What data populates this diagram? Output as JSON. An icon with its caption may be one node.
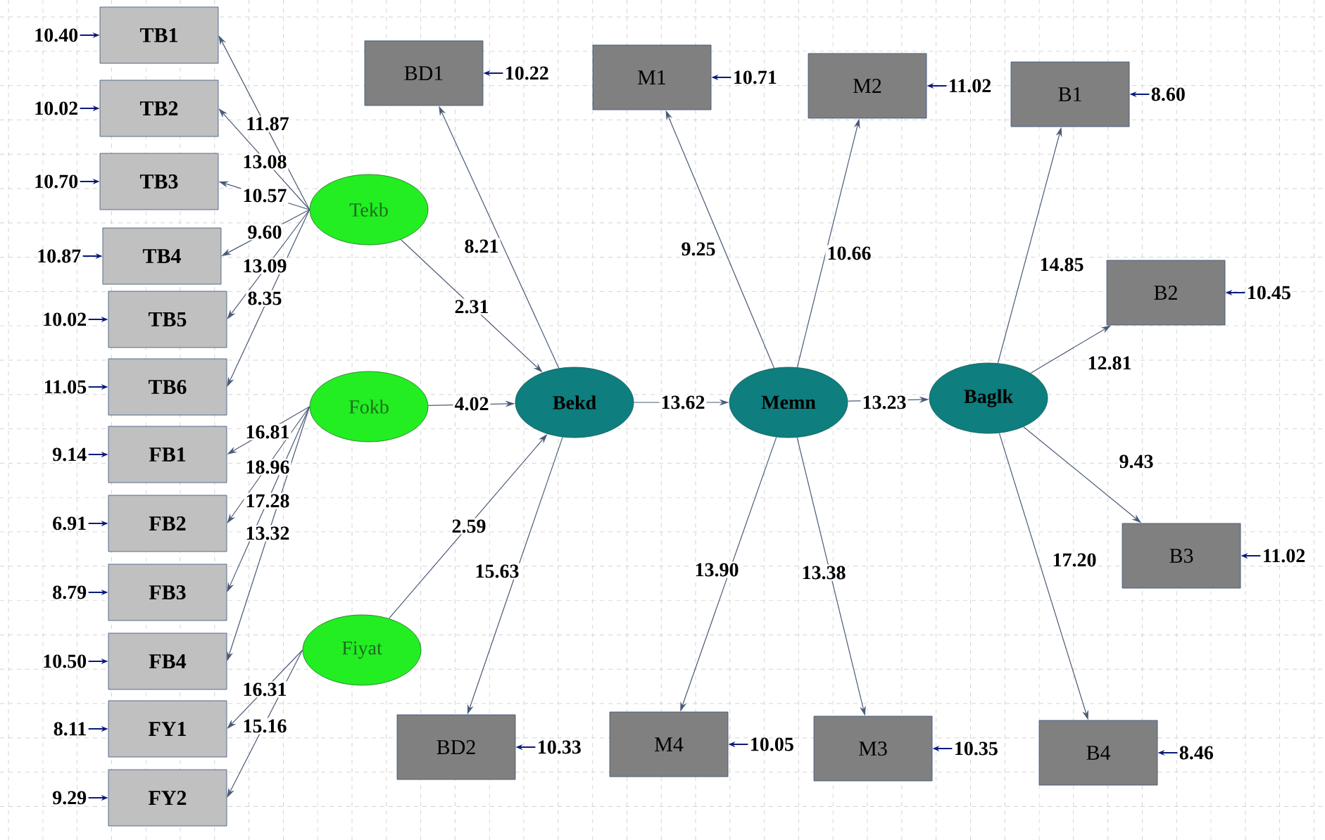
{
  "diagram": {
    "nodes": [
      {
        "text": [
          "TB1"
        ]
      },
      {
        "text": [
          "TB2"
        ]
      },
      {
        "text": [
          "TB3"
        ]
      },
      {
        "text": [
          "TB4"
        ]
      },
      {
        "text": [
          "TB5"
        ]
      },
      {
        "text": [
          "TB6"
        ]
      },
      {
        "text": [
          "FB1"
        ]
      },
      {
        "text": [
          "FB2"
        ]
      },
      {
        "text": [
          "FB3"
        ]
      },
      {
        "text": [
          "FB4"
        ]
      },
      {
        "text": [
          "FY1"
        ]
      },
      {
        "text": [
          "FY2"
        ]
      },
      {
        "text": [
          "Tekb"
        ]
      },
      {
        "text": [
          "Fokb"
        ]
      },
      {
        "text": [
          "Fiyat"
        ]
      },
      {
        "text": [
          "BD1"
        ]
      },
      {
        "text": [
          "BD2"
        ]
      },
      {
        "text": [
          "Bekd"
        ]
      },
      {
        "text": [
          "M1"
        ]
      },
      {
        "text": [
          "M2"
        ]
      },
      {
        "text": [
          "Memn"
        ]
      },
      {
        "text": [
          "M4"
        ]
      },
      {
        "text": [
          "M3"
        ]
      },
      {
        "text": [
          "B1"
        ]
      },
      {
        "text": [
          "B2"
        ]
      },
      {
        "text": [
          "Baglk"
        ]
      },
      {
        "text": [
          "B3"
        ]
      },
      {
        "text": [
          "B4"
        ]
      }
    ],
    "edges": [
      {
        "from": null,
        "to": 0,
        "arrow": "to",
        "label": "10.40"
      },
      {
        "from": null,
        "to": 1,
        "arrow": "to",
        "label": "10.02"
      },
      {
        "from": null,
        "to": 2,
        "arrow": "to",
        "label": "10.70"
      },
      {
        "from": null,
        "to": 3,
        "arrow": "to",
        "label": "10.87"
      },
      {
        "from": null,
        "to": 4,
        "arrow": "to",
        "label": "10.02"
      },
      {
        "from": null,
        "to": 5,
        "arrow": "to",
        "label": "11.05"
      },
      {
        "from": null,
        "to": 6,
        "arrow": "to",
        "label": "9.14"
      },
      {
        "from": null,
        "to": 7,
        "arrow": "to",
        "label": "6.91"
      },
      {
        "from": null,
        "to": 8,
        "arrow": "to",
        "label": "8.79"
      },
      {
        "from": null,
        "to": 9,
        "arrow": "to",
        "label": "10.50"
      },
      {
        "from": null,
        "to": 10,
        "arrow": "to",
        "label": "8.11"
      },
      {
        "from": null,
        "to": 11,
        "arrow": "to",
        "label": "9.29"
      },
      {
        "from": null,
        "to": 15,
        "arrow": "to",
        "label": "10.22"
      },
      {
        "from": null,
        "to": 16,
        "arrow": "to",
        "label": "10.33"
      },
      {
        "from": null,
        "to": 18,
        "arrow": "to",
        "label": "10.71"
      },
      {
        "from": null,
        "to": 19,
        "arrow": "to",
        "label": "11.02"
      },
      {
        "from": null,
        "to": 21,
        "arrow": "to",
        "label": "10.05"
      },
      {
        "from": null,
        "to": 22,
        "arrow": "to",
        "label": "10.35"
      },
      {
        "from": null,
        "to": 23,
        "arrow": "to",
        "label": "8.60"
      },
      {
        "from": null,
        "to": 24,
        "arrow": "to",
        "label": "10.45"
      },
      {
        "from": null,
        "to": 26,
        "arrow": "to",
        "label": "11.02"
      },
      {
        "from": null,
        "to": 27,
        "arrow": "to",
        "label": "8.46"
      },
      {
        "from": 12,
        "to": 0,
        "arrow": "to",
        "label": "11.87"
      },
      {
        "from": 12,
        "to": 1,
        "arrow": "to",
        "label": "13.08"
      },
      {
        "from": 12,
        "to": 2,
        "arrow": "to",
        "label": "10.57"
      },
      {
        "from": 12,
        "to": 3,
        "arrow": "to",
        "label": "9.60"
      },
      {
        "from": 12,
        "to": 4,
        "arrow": "to",
        "label": "13.09"
      },
      {
        "from": 12,
        "to": 5,
        "arrow": "to",
        "label": "8.35"
      },
      {
        "from": 13,
        "to": 6,
        "arrow": "to",
        "label": "16.81"
      },
      {
        "from": 13,
        "to": 7,
        "arrow": "to",
        "label": "18.96"
      },
      {
        "from": 13,
        "to": 8,
        "arrow": "to",
        "label": "17.28"
      },
      {
        "from": 13,
        "to": 9,
        "arrow": "to",
        "label": "13.32"
      },
      {
        "from": 14,
        "to": 10,
        "arrow": "to",
        "label": "16.31"
      },
      {
        "from": 14,
        "to": 11,
        "arrow": "to",
        "label": "15.16"
      },
      {
        "from": 12,
        "to": 17,
        "arrow": "to",
        "label": "2.31"
      },
      {
        "from": 13,
        "to": 17,
        "arrow": "to",
        "label": "4.02"
      },
      {
        "from": 14,
        "to": 17,
        "arrow": "to",
        "label": "2.59"
      },
      {
        "from": 17,
        "to": 15,
        "arrow": "to",
        "label": "8.21"
      },
      {
        "from": 17,
        "to": 16,
        "arrow": "to",
        "label": "15.63"
      },
      {
        "from": 17,
        "to": 20,
        "arrow": "to",
        "label": "13.62"
      },
      {
        "from": 20,
        "to": 18,
        "arrow": "to",
        "label": "9.25"
      },
      {
        "from": 20,
        "to": 19,
        "arrow": "to",
        "label": "10.66"
      },
      {
        "from": 20,
        "to": 21,
        "arrow": "to",
        "label": "13.90"
      },
      {
        "from": 20,
        "to": 22,
        "arrow": "to",
        "label": "13.38"
      },
      {
        "from": 20,
        "to": 25,
        "arrow": "to",
        "label": "13.23"
      },
      {
        "from": 25,
        "to": 23,
        "arrow": "to",
        "label": "14.85"
      },
      {
        "from": 25,
        "to": 24,
        "arrow": "to",
        "label": "12.81"
      },
      {
        "from": 25,
        "to": 26,
        "arrow": "to",
        "label": "9.43"
      },
      {
        "from": 25,
        "to": 27,
        "arrow": "to",
        "label": "17.20"
      }
    ]
  }
}
